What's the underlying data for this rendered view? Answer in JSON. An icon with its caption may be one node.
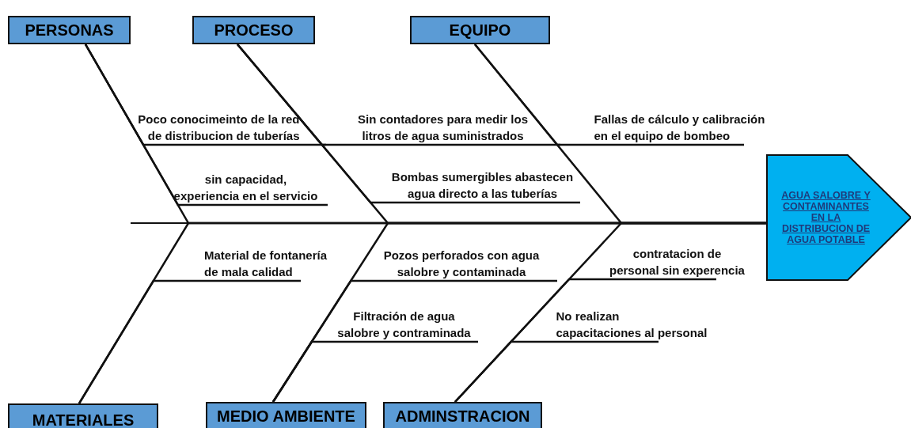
{
  "diagram": {
    "nodes": [
      {
        "text": [
          "PERSONAS"
        ]
      },
      {
        "text": [
          "PROCESO"
        ]
      },
      {
        "text": [
          "EQUIPO"
        ]
      },
      {
        "text": [
          "MATERIALES"
        ]
      },
      {
        "text": [
          "MEDIO AMBIENTE"
        ]
      },
      {
        "text": [
          "ADMINSTRACION"
        ]
      },
      {
        "text": [
          "AGUA SALOBRE Y CONTAMINANTES EN LA DISTRIBUCION DE AGUA POTABLE"
        ]
      },
      {
        "text": [
          "Poco conocimeinto de la red de distribucion de tuberías"
        ]
      },
      {
        "text": [
          "sin capacidad, experiencia en el servicio"
        ]
      },
      {
        "text": [
          "Sin contadores para medir los litros de agua suministrados"
        ]
      },
      {
        "text": [
          "Bombas sumergibles abastecen agua directo a las tuberías"
        ]
      },
      {
        "text": [
          "Fallas de cálculo y calibración en el equipo de bombeo"
        ]
      },
      {
        "text": [
          "Material de fontanería de mala calidad"
        ]
      },
      {
        "text": [
          "Pozos perforados con agua salobre y contaminada"
        ]
      },
      {
        "text": [
          "contratacion de personal sin experencia"
        ]
      },
      {
        "text": [
          "Filtración de agua salobre y contraminada"
        ]
      },
      {
        "text": [
          "No realizan capacitaciones al personal"
        ]
      }
    ],
    "edges": [
      {
        "from": 0,
        "to": 6,
        "arrow": "none"
      },
      {
        "from": 1,
        "to": 6,
        "arrow": "none"
      },
      {
        "from": 2,
        "to": 6,
        "arrow": "none"
      },
      {
        "from": 3,
        "to": 6,
        "arrow": "none"
      },
      {
        "from": 4,
        "to": 6,
        "arrow": "none"
      },
      {
        "from": 5,
        "to": 6,
        "arrow": "none"
      },
      {
        "from": 7,
        "to": 0,
        "arrow": "none"
      },
      {
        "from": 8,
        "to": 0,
        "arrow": "none"
      },
      {
        "from": 9,
        "to": 1,
        "arrow": "none"
      },
      {
        "from": 10,
        "to": 1,
        "arrow": "none"
      },
      {
        "from": 11,
        "to": 2,
        "arrow": "none"
      },
      {
        "from": 12,
        "to": 3,
        "arrow": "none"
      },
      {
        "from": 13,
        "to": 4,
        "arrow": "none"
      },
      {
        "from": 14,
        "to": 5,
        "arrow": "none"
      },
      {
        "from": 15,
        "to": 4,
        "arrow": "none"
      },
      {
        "from": 16,
        "to": 5,
        "arrow": "none"
      }
    ]
  }
}
